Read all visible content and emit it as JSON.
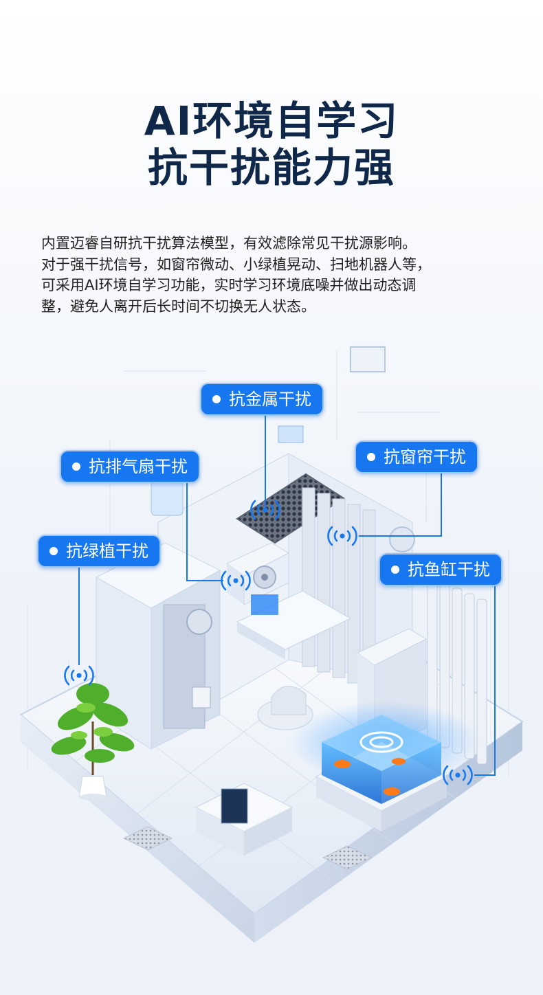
{
  "headline": {
    "line1": "AI环境自学习",
    "line2": "抗干扰能力强"
  },
  "description": {
    "line1": "内置迈睿自研抗干扰算法模型，有效滤除常见干扰源影响。",
    "line2": "对于强干扰信号，如窗帘微动、小绿植晃动、扫地机器人等，",
    "line3": "可采用AI环境自学习功能，实时学习环境底噪并做出动态调",
    "line4": "整，避免人离开后长时间不切换无人状态。"
  },
  "tags": {
    "metal": "抗金属干扰",
    "fan": "抗排气扇干扰",
    "curtain": "抗窗帘干扰",
    "plant": "抗绿植干扰",
    "fishtank": "抗鱼缸干扰"
  },
  "colors": {
    "title": "#0f2748",
    "tag_bg": "#1677f0",
    "connector": "#1677f0"
  },
  "icons": [
    "signal-wave-icon",
    "bullet-dot-icon"
  ]
}
